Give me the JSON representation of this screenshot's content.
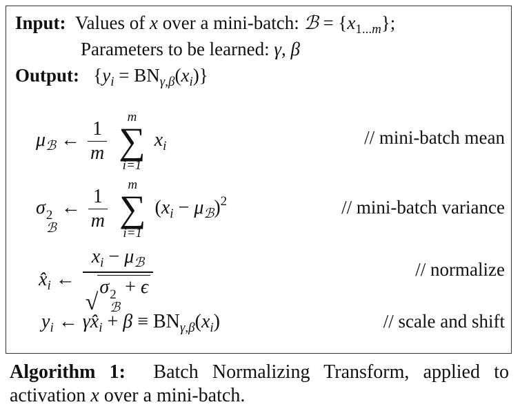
{
  "algorithm": {
    "input_label": "Input:",
    "input_text": "Values of x over a mini-batch: B = {x1...m};",
    "params_text": "Parameters to be learned: γ, β",
    "output_label": "Output:",
    "output_text": "{yi = BNγ,β(xi)}",
    "steps": [
      {
        "formula": "μB ← (1/m) Σi=1..m xi",
        "comment": "// mini-batch mean"
      },
      {
        "formula": "σB² ← (1/m) Σi=1..m (xi − μB)²",
        "comment": "// mini-batch variance"
      },
      {
        "formula": "x̂i ← (xi − μB) / √(σB² + ε)",
        "comment": "// normalize"
      },
      {
        "formula": "yi ← γx̂i + β ≡ BNγ,β(xi)",
        "comment": "// scale and shift"
      }
    ]
  },
  "caption": {
    "label": "Algorithm 1:",
    "text": "Batch Normalizing Transform, applied to activation x over a mini-batch."
  }
}
